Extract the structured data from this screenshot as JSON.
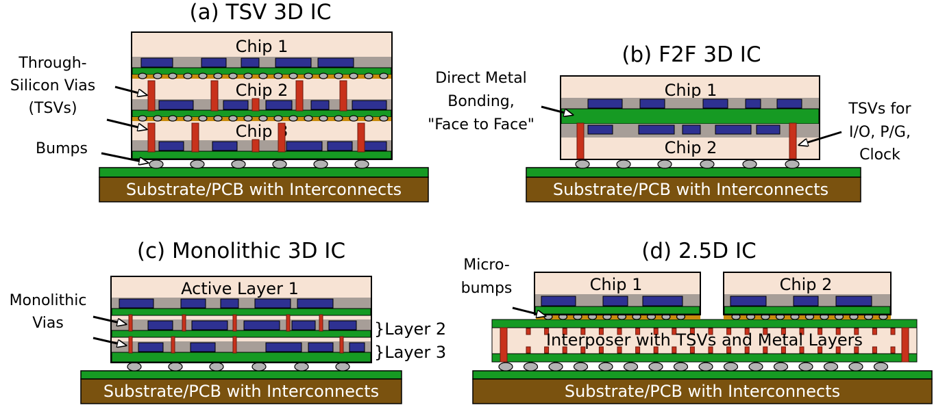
{
  "panels": {
    "a": {
      "title": "(a) TSV 3D IC",
      "chips": [
        "Chip 1",
        "Chip 2",
        "Chip 3"
      ],
      "substrate": "Substrate/PCB with Interconnects",
      "annotations": {
        "tsv_line1": "Through-",
        "tsv_line2": "Silicon Vias",
        "tsv_line3": "(TSVs)",
        "bumps": "Bumps"
      }
    },
    "b": {
      "title": "(b) F2F 3D IC",
      "chips": [
        "Chip 1",
        "Chip 2"
      ],
      "substrate": "Substrate/PCB with Interconnects",
      "annotations": {
        "dmb_line1": "Direct Metal",
        "dmb_line2": "Bonding,",
        "dmb_line3": "\"Face to Face\"",
        "tsv_line1": "TSVs for",
        "tsv_line2": "I/O, P/G,",
        "tsv_line3": "Clock"
      }
    },
    "c": {
      "title": "(c) Monolithic 3D IC",
      "chips": [
        "Active Layer 1"
      ],
      "layers": [
        "}Layer 2",
        "}Layer 3"
      ],
      "substrate": "Substrate/PCB with Interconnects",
      "annotations": {
        "mv_line1": "Monolithic",
        "mv_line2": "Vias"
      }
    },
    "d": {
      "title": "(d) 2.5D IC",
      "chips": [
        "Chip 1",
        "Chip 2"
      ],
      "interposer": "Interposer with TSVs and Metal Layers",
      "substrate": "Substrate/PCB with Interconnects",
      "annotations": {
        "mb_line1": "Micro-",
        "mb_line2": "bumps"
      }
    }
  },
  "colors": {
    "chip_fill": "#f7e3d4",
    "metal_layer": "#a79e98",
    "green_layer": "#169a23",
    "gold_layer": "#c98c0d",
    "device_blue": "#2e3192",
    "tsv_red": "#c8321c",
    "bump_gray": "#b3b3b3",
    "substrate_brown": "#7a520f"
  }
}
